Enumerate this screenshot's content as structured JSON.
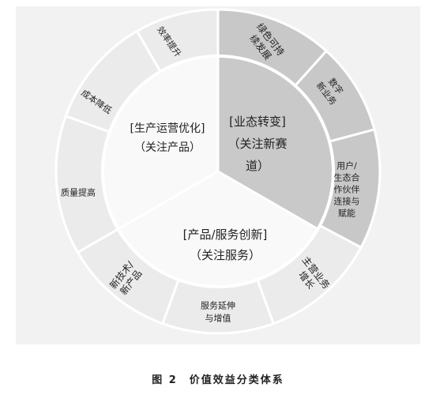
{
  "colors": {
    "background": "#ffffff",
    "panel": "#f2f2f2",
    "outer_ring": "#ebebeb",
    "outer_ring_dark": "#c8c8c8",
    "inner_dark": "#c9c9c9",
    "inner_light": "#f9f9f9",
    "divider": "#ffffff",
    "text": "#222222",
    "muted_text": "#555555"
  },
  "inner_sectors": {
    "transformation": {
      "lines": [
        "[业态转变]",
        "（关注新赛",
        "道）"
      ]
    },
    "operations": {
      "lines": [
        "[生产运营优化]",
        "（关注产品）"
      ]
    },
    "innovation": {
      "lines": [
        "[产品/服务创新]",
        "（关注服务）"
      ]
    }
  },
  "outer_segments": [
    {
      "id": "green-development",
      "lines": [
        "绿色可持",
        "续发展"
      ]
    },
    {
      "id": "digital-business",
      "lines": [
        "数字",
        "新业务"
      ]
    },
    {
      "id": "user-ecosystem",
      "lines": [
        "用户/",
        "生态合",
        "作伙伴",
        "连接与",
        "赋能"
      ]
    },
    {
      "id": "main-business-growth",
      "lines": [
        "主营业务",
        "增长"
      ]
    },
    {
      "id": "service-extension",
      "lines": [
        "服务延伸",
        "与增值"
      ]
    },
    {
      "id": "new-tech-products",
      "lines": [
        "新技术/",
        "新产品"
      ]
    },
    {
      "id": "quality-improvement",
      "lines": [
        "质量提高"
      ]
    },
    {
      "id": "cost-reduction",
      "lines": [
        "成本降低"
      ]
    },
    {
      "id": "efficiency-improvement",
      "lines": [
        "效率提升"
      ]
    }
  ],
  "caption": "图 2　价值效益分类体系"
}
